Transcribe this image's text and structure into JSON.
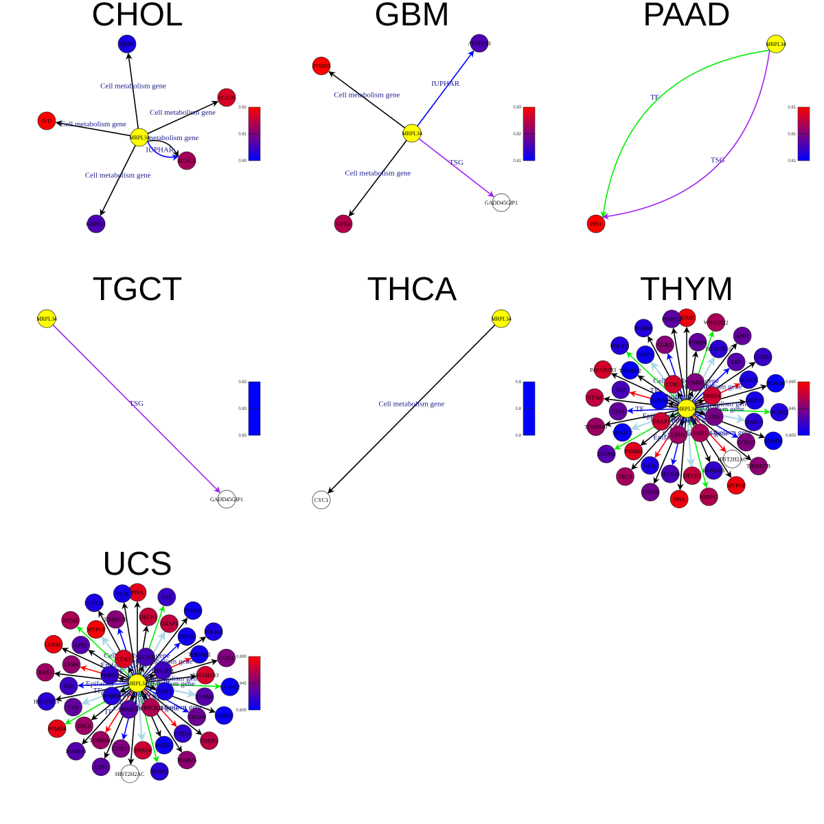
{
  "colors": {
    "hub": "#ffff00",
    "low": "#0000ff",
    "high": "#ff0000",
    "missing": "#ffffff",
    "edge_types": {
      "Cell metabolism gene": "#000000",
      "IUPHAR": "#0000ff",
      "TSG": "#a020f0",
      "TF": "#00ee00",
      "Epifactor": "#add8e6",
      "Other": "#ff0000"
    },
    "edge_label": "#1a1a8c"
  },
  "panels": [
    {
      "title": "CHOL",
      "hub": "MRPL34",
      "legend": {
        "ticks": [
          "0.82",
          "0.81",
          "0.80"
        ],
        "range": [
          0.8,
          0.82
        ]
      },
      "nodes": [
        {
          "name": "MRPL34",
          "hub": true
        },
        {
          "name": "QDPR",
          "value": 0.802
        },
        {
          "name": "ACADS",
          "value": 0.817
        },
        {
          "name": "IVD",
          "value": 0.82
        },
        {
          "name": "ACACB",
          "value": 0.813
        },
        {
          "name": "GRPEL1",
          "value": 0.806
        }
      ],
      "edges": [
        {
          "target": "QDPR",
          "type": "Cell metabolism gene",
          "label": "Cell metabolism gene"
        },
        {
          "target": "ACADS",
          "type": "Cell metabolism gene",
          "label": "Cell metabolism gene"
        },
        {
          "target": "IVD",
          "type": "Cell metabolism gene",
          "label": "Cell metabolism gene"
        },
        {
          "target": "ACACB",
          "type": "Cell metabolism gene",
          "label": "Cell metabolism gene",
          "curve": -0.25
        },
        {
          "target": "ACACB",
          "type": "IUPHAR",
          "label": "IUPHAR",
          "curve": 0.25
        },
        {
          "target": "GRPEL1",
          "type": "Cell metabolism gene",
          "label": "Cell metabolism gene"
        }
      ]
    },
    {
      "title": "GBM",
      "hub": "MRPL34",
      "legend": {
        "ticks": [
          "0.83",
          "0.82",
          "0.81"
        ],
        "range": [
          0.81,
          0.83
        ]
      },
      "nodes": [
        {
          "name": "MRPL34",
          "hub": true
        },
        {
          "name": "PFDN5",
          "value": 0.83
        },
        {
          "name": "ATP6V0B",
          "value": 0.816
        },
        {
          "name": "GADD45GIP1",
          "value": null
        },
        {
          "name": "GPX4",
          "value": 0.824
        }
      ],
      "edges": [
        {
          "target": "PFDN5",
          "type": "Cell metabolism gene",
          "label": "Cell metabolism gene"
        },
        {
          "target": "ATP6V0B",
          "type": "IUPHAR",
          "label": "IUPHAR"
        },
        {
          "target": "GADD45GIP1",
          "type": "TSG",
          "label": "TSG"
        },
        {
          "target": "GPX4",
          "type": "Cell metabolism gene",
          "label": "Cell metabolism gene"
        }
      ]
    },
    {
      "title": "PAAD",
      "hub": "MRPL34",
      "legend": {
        "ticks": [
          "0.81",
          "0.81",
          "0.81"
        ],
        "range": [
          0.81,
          0.81
        ]
      },
      "nodes": [
        {
          "name": "MRPL34",
          "hub": true
        },
        {
          "name": "PIN1",
          "value": 0.81,
          "forceColor": "#ff0000"
        }
      ],
      "edges": [
        {
          "target": "PIN1",
          "type": "TF",
          "label": "TF",
          "curve": 0.35
        },
        {
          "target": "PIN1",
          "type": "TSG",
          "label": "TSG",
          "curve": -0.35
        }
      ]
    },
    {
      "title": "TGCT",
      "hub": "MRPL34",
      "legend": {
        "ticks": [
          "0.83",
          "0.83",
          "0.83"
        ],
        "range": [
          0.83,
          0.83
        ],
        "flat": true
      },
      "nodes": [
        {
          "name": "MRPL34",
          "hub": true
        },
        {
          "name": "GADD45GIP1",
          "value": null
        }
      ],
      "edges": [
        {
          "target": "GADD45GIP1",
          "type": "TSG",
          "label": "TSG"
        }
      ]
    },
    {
      "title": "THCA",
      "hub": "MRPL34",
      "legend": {
        "ticks": [
          "0.8",
          "0.8",
          "0.8"
        ],
        "range": [
          0.8,
          0.8
        ],
        "flat": true
      },
      "nodes": [
        {
          "name": "MRPL34",
          "hub": true
        },
        {
          "name": "CYC1",
          "value": null
        }
      ],
      "edges": [
        {
          "target": "CYC1",
          "type": "Cell metabolism gene",
          "label": "Cell metabolism gene"
        }
      ]
    },
    {
      "title": "THYM",
      "hub": "MRPL34",
      "legend": {
        "ticks": [
          "0.890",
          "0.845",
          "0.800"
        ],
        "range": [
          0.8,
          0.89
        ]
      },
      "nodes": [
        {
          "name": "MRPL34",
          "hub": true
        },
        {
          "name": "COX6C",
          "value": 0.885
        },
        {
          "name": "PSMD4",
          "value": 0.835
        },
        {
          "name": "WBSCR22",
          "value": 0.86
        },
        {
          "name": "HSD17B10",
          "value": 0.815
        },
        {
          "name": "APRT",
          "value": 0.835
        },
        {
          "name": "EBP",
          "value": 0.83
        },
        {
          "name": "GTF3A",
          "value": 0.82
        },
        {
          "name": "DGUOK",
          "value": 0.81
        },
        {
          "name": "PSMA6",
          "value": 0.802
        },
        {
          "name": "MED27",
          "value": 0.808
        },
        {
          "name": "PFDN2",
          "value": 0.812
        },
        {
          "name": "PHKG2",
          "value": 0.815
        },
        {
          "name": "SNRPB",
          "value": 0.802
        },
        {
          "name": "COX17",
          "value": 0.845
        },
        {
          "name": "TIMM17B",
          "value": 0.85
        },
        {
          "name": "HIST2H2AC",
          "value": null
        },
        {
          "name": "MYPOP",
          "value": 0.885
        },
        {
          "name": "HMG20B",
          "value": 0.818
        },
        {
          "name": "SNRPG",
          "value": 0.862
        },
        {
          "name": "DECR1",
          "value": 0.868
        },
        {
          "name": "PPIA",
          "value": 0.884
        },
        {
          "name": "SEC61B",
          "value": 0.825
        },
        {
          "name": "THAP8",
          "value": 0.84
        },
        {
          "name": "GLI4",
          "value": 0.81
        },
        {
          "name": "TBCB",
          "value": 0.858
        },
        {
          "name": "PSMB4",
          "value": 0.88
        },
        {
          "name": "ZNF688",
          "value": 0.83
        },
        {
          "name": "SNAPC2",
          "value": 0.802
        },
        {
          "name": "TOMM40",
          "value": 0.855
        },
        {
          "name": "USF1",
          "value": 0.835
        },
        {
          "name": "NT5M",
          "value": 0.868
        },
        {
          "name": "TAZ",
          "value": 0.825
        },
        {
          "name": "PAFAH1B3",
          "value": 0.875
        },
        {
          "name": "TOMM22",
          "value": 0.802
        },
        {
          "name": "POLR2I",
          "value": 0.812
        },
        {
          "name": "ENY2",
          "value": 0.805
        },
        {
          "name": "PSMB6",
          "value": 0.812
        },
        {
          "name": "GUK1",
          "value": 0.848
        },
        {
          "name": "PSMB10",
          "value": 0.832
        },
        {
          "name": "TOMM5",
          "value": 0.845
        },
        {
          "name": "PRR14",
          "value": 0.872
        },
        {
          "name": "TXN",
          "value": 0.842
        },
        {
          "name": "RBX1",
          "value": 0.86
        },
        {
          "name": "LSM4",
          "value": 0.855
        },
        {
          "name": "DRAP1",
          "value": 0.872
        },
        {
          "name": "DPY30",
          "value": 0.803
        },
        {
          "name": "CDK5",
          "value": 0.875
        }
      ],
      "edges_note": "hub connects to all inner-ring nodes; inner-ring nodes relay to outer-ring nodes",
      "labels_repeated": [
        "Cell metabolism gene",
        "Epifactor",
        "TF"
      ]
    },
    {
      "title": "UCS",
      "hub": "MRPL34",
      "legend": {
        "ticks": [
          "0.890",
          "0.845",
          "0.800"
        ],
        "range": [
          0.8,
          0.89
        ]
      },
      "nodes": [
        {
          "name": "MRPL34",
          "hub": true
        },
        {
          "name": "PPIA",
          "value": 0.88
        },
        {
          "name": "DECR1",
          "value": 0.87
        },
        {
          "name": "TAZ",
          "value": 0.82
        },
        {
          "name": "DRAP1",
          "value": 0.868
        },
        {
          "name": "PSMA6",
          "value": 0.805
        },
        {
          "name": "DPY30",
          "value": 0.806
        },
        {
          "name": "POLR2I",
          "value": 0.81
        },
        {
          "name": "TOMM22",
          "value": 0.806
        },
        {
          "name": "GUK1",
          "value": 0.845
        },
        {
          "name": "PAFAH1B3",
          "value": 0.875
        },
        {
          "name": "SNAPC2",
          "value": 0.802
        },
        {
          "name": "ZNF688",
          "value": 0.83
        },
        {
          "name": "SNRPB",
          "value": 0.803
        },
        {
          "name": "THAP8",
          "value": 0.838
        },
        {
          "name": "SNRPG",
          "value": 0.865
        },
        {
          "name": "GTF3A",
          "value": 0.818
        },
        {
          "name": "TOMM5",
          "value": 0.85
        },
        {
          "name": "MED27",
          "value": 0.805
        },
        {
          "name": "PFDN2",
          "value": 0.815
        },
        {
          "name": "PRR14",
          "value": 0.872
        },
        {
          "name": "HIST2H2AC",
          "value": null
        },
        {
          "name": "COX17",
          "value": 0.845
        },
        {
          "name": "USF1",
          "value": 0.832
        },
        {
          "name": "TOMM40",
          "value": 0.855
        },
        {
          "name": "PSMB10",
          "value": 0.83
        },
        {
          "name": "TBCB",
          "value": 0.855
        },
        {
          "name": "PSMB4",
          "value": 0.882
        },
        {
          "name": "TXN",
          "value": 0.835
        },
        {
          "name": "HSD17B10",
          "value": 0.815
        },
        {
          "name": "EBP",
          "value": 0.822
        },
        {
          "name": "RBX1",
          "value": 0.855
        },
        {
          "name": "LSM4",
          "value": 0.852
        },
        {
          "name": "COX6C",
          "value": 0.885
        },
        {
          "name": "APRT",
          "value": 0.83
        },
        {
          "name": "NT5M",
          "value": 0.86
        },
        {
          "name": "MYPOP",
          "value": 0.888
        },
        {
          "name": "DGUOK",
          "value": 0.81
        },
        {
          "name": "TIMM17B",
          "value": 0.848
        },
        {
          "name": "GLI4",
          "value": 0.808
        },
        {
          "name": "SEC61B",
          "value": 0.825
        },
        {
          "name": "HMG20B",
          "value": 0.822
        },
        {
          "name": "ENY2",
          "value": 0.808
        },
        {
          "name": "WBSCR22",
          "value": 0.862
        },
        {
          "name": "PSMD4",
          "value": 0.83
        },
        {
          "name": "PSMB6",
          "value": 0.812
        },
        {
          "name": "PHKG2",
          "value": 0.818
        },
        {
          "name": "CDK5",
          "value": 0.878
        }
      ],
      "labels_repeated": [
        "Cell metabolism gene",
        "TF",
        "Epifactor"
      ]
    }
  ]
}
